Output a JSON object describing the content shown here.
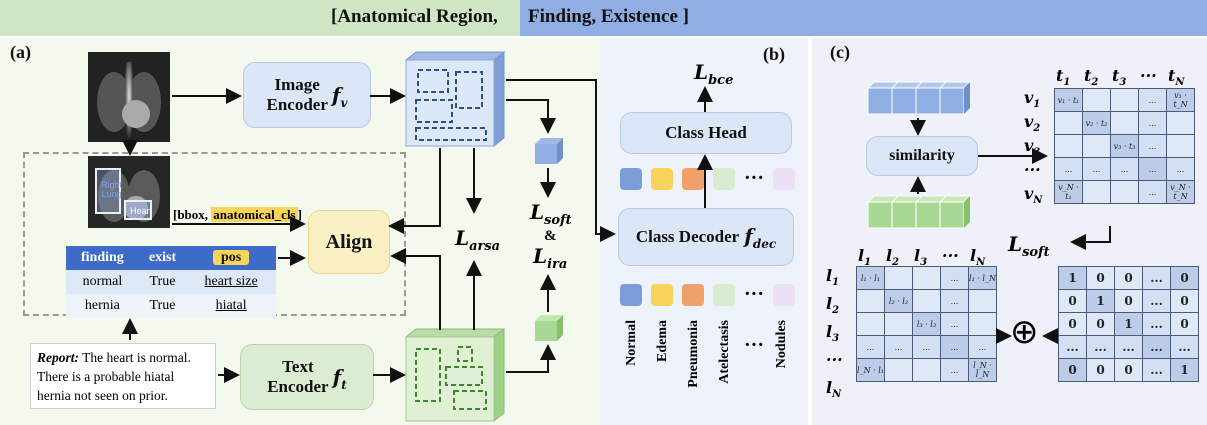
{
  "banner": {
    "left": "[Anatomical Region,",
    "right": "Finding, Existence ]"
  },
  "panel_labels": {
    "a": "(a)",
    "b": "(b)",
    "c": "(c)"
  },
  "image_encoder": {
    "label": "Image\nEncoder",
    "symbol": "f",
    "sub": "v"
  },
  "text_encoder": {
    "label": "Text\nEncoder",
    "symbol": "f",
    "sub": "t"
  },
  "align": "Align",
  "xray_tags": {
    "right_lung": "Right\nLung",
    "heart": "Heart"
  },
  "bbox_label": {
    "prefix": "[bbox, ",
    "highlight": "anatomical_cls",
    "suffix": "]"
  },
  "table": {
    "headers": [
      "finding",
      "exist",
      "pos"
    ],
    "rows": [
      [
        "normal",
        "True",
        "heart size"
      ],
      [
        "hernia",
        "True",
        "hiatal"
      ]
    ]
  },
  "report": {
    "label": "Report:",
    "text": "The heart is normal. There is a probable hiatal hernia not seen on prior."
  },
  "losses": {
    "arsa": {
      "L": "L",
      "sub": "arsa"
    },
    "soft": {
      "L": "L",
      "sub": "soft"
    },
    "amp": "&",
    "ira": {
      "L": "L",
      "sub": "ira"
    },
    "bce": {
      "L": "L",
      "sub": "bce"
    },
    "soft_c": {
      "L": "L",
      "sub": "soft"
    }
  },
  "class_head": "Class Head",
  "class_decoder": {
    "label": "Class Decoder",
    "symbol": "f",
    "sub": "dec"
  },
  "swatches": [
    "#7b9ed8",
    "#f9d45a",
    "#f0a06a",
    "#d9ecd0",
    "#ece0f5"
  ],
  "ellipsis": "···",
  "classes": [
    "Normal",
    "Edema",
    "Pneumonia",
    "Atelectasis",
    "Nodules"
  ],
  "similarity": "similarity",
  "sim_matrix": {
    "col_labels": [
      "t",
      "t",
      "t",
      "···",
      "t"
    ],
    "col_subs": [
      "1",
      "2",
      "3",
      "",
      "N"
    ],
    "row_labels": [
      "v",
      "v",
      "v",
      "···",
      "v"
    ],
    "row_subs": [
      "1",
      "2",
      "3",
      "",
      "N"
    ],
    "cells": [
      [
        "v₁ · t₁",
        "",
        "",
        "...",
        "v₁ · t_N"
      ],
      [
        "",
        "v₂ · t₂",
        "",
        "...",
        ""
      ],
      [
        "",
        "",
        "v₃ · t₃",
        "...",
        ""
      ],
      [
        "...",
        "...",
        "...",
        "...",
        "..."
      ],
      [
        "v_N · t₁",
        "",
        "",
        "...",
        "v_N · t_N"
      ]
    ]
  },
  "lbl_matrix": {
    "col_labels": [
      "l",
      "l",
      "l",
      "···",
      "l"
    ],
    "col_subs": [
      "1",
      "2",
      "3",
      "",
      "N"
    ],
    "row_labels": [
      "l",
      "l",
      "l",
      "···",
      "l"
    ],
    "row_subs": [
      "1",
      "2",
      "3",
      "",
      "N"
    ],
    "cells": [
      [
        "l₁ · l₁",
        "",
        "",
        "...",
        "l₁ · l_N"
      ],
      [
        "",
        "l₂ · l₂",
        "",
        "...",
        ""
      ],
      [
        "",
        "",
        "l₃ · l₃",
        "...",
        ""
      ],
      [
        "...",
        "...",
        "...",
        "...",
        "..."
      ],
      [
        "l_N · l₁",
        "",
        "",
        "...",
        "l_N · l_N"
      ]
    ]
  },
  "id_matrix": [
    [
      "1",
      "0",
      "0",
      "...",
      "0"
    ],
    [
      "0",
      "1",
      "0",
      "...",
      "0"
    ],
    [
      "0",
      "0",
      "1",
      "...",
      "0"
    ],
    [
      "...",
      "...",
      "...",
      "...",
      "..."
    ],
    [
      "0",
      "0",
      "0",
      "...",
      "1"
    ]
  ],
  "oplus": "⊕",
  "colors": {
    "blue": "#8faee3",
    "green": "#9fd08a",
    "dark_blue_dash": "#2b4f8f",
    "dark_green_dash": "#3a8a2a"
  }
}
